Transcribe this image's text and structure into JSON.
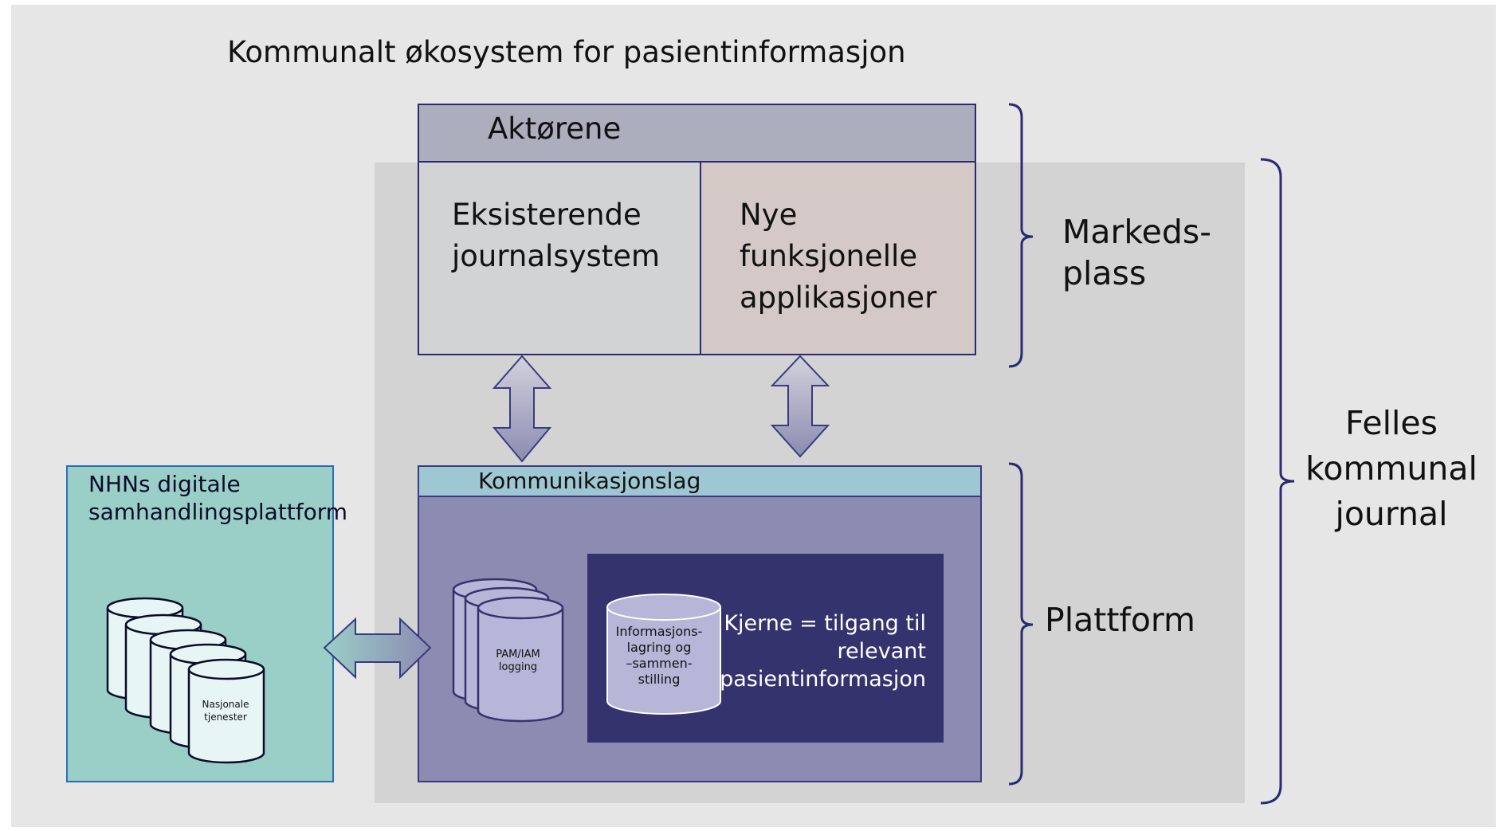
{
  "title": "Kommunalt økosystem for pasientinformasjon",
  "actors": {
    "title": "Aktørene",
    "existing": [
      "Eksisterende",
      "journalsystem"
    ],
    "new": [
      "Nye",
      "funksjonelle",
      "applikasjoner"
    ]
  },
  "platform": {
    "comm_layer": "Kommunikasjonslag",
    "pam_iam": [
      "PAM/IAM",
      "logging"
    ],
    "info_storage": [
      "Informasjons-",
      "lagring og",
      "–sammen-",
      "stilling"
    ],
    "core": [
      "Kjerne = tilgang til",
      "relevant",
      "pasientinformasjon"
    ]
  },
  "nhn": {
    "title": [
      "NHNs digitale",
      "samhandlingsplattform"
    ],
    "services": [
      "Nasjonale",
      "tjenester"
    ]
  },
  "labels": {
    "marketplace": [
      "Markeds-",
      "plass"
    ],
    "platform": "Plattform",
    "shared": [
      "Felles",
      "kommunal",
      "journal"
    ]
  },
  "colors": {
    "background": "#e6e6e6",
    "inner_area": "#d3d3d3",
    "navy_border": "#2a2a70",
    "actors_header": "#acadbd",
    "comm_layer": "#9ec7d3",
    "platform": "#8c8bb1",
    "core": "#34336e",
    "nhn": "#9acfc8"
  }
}
